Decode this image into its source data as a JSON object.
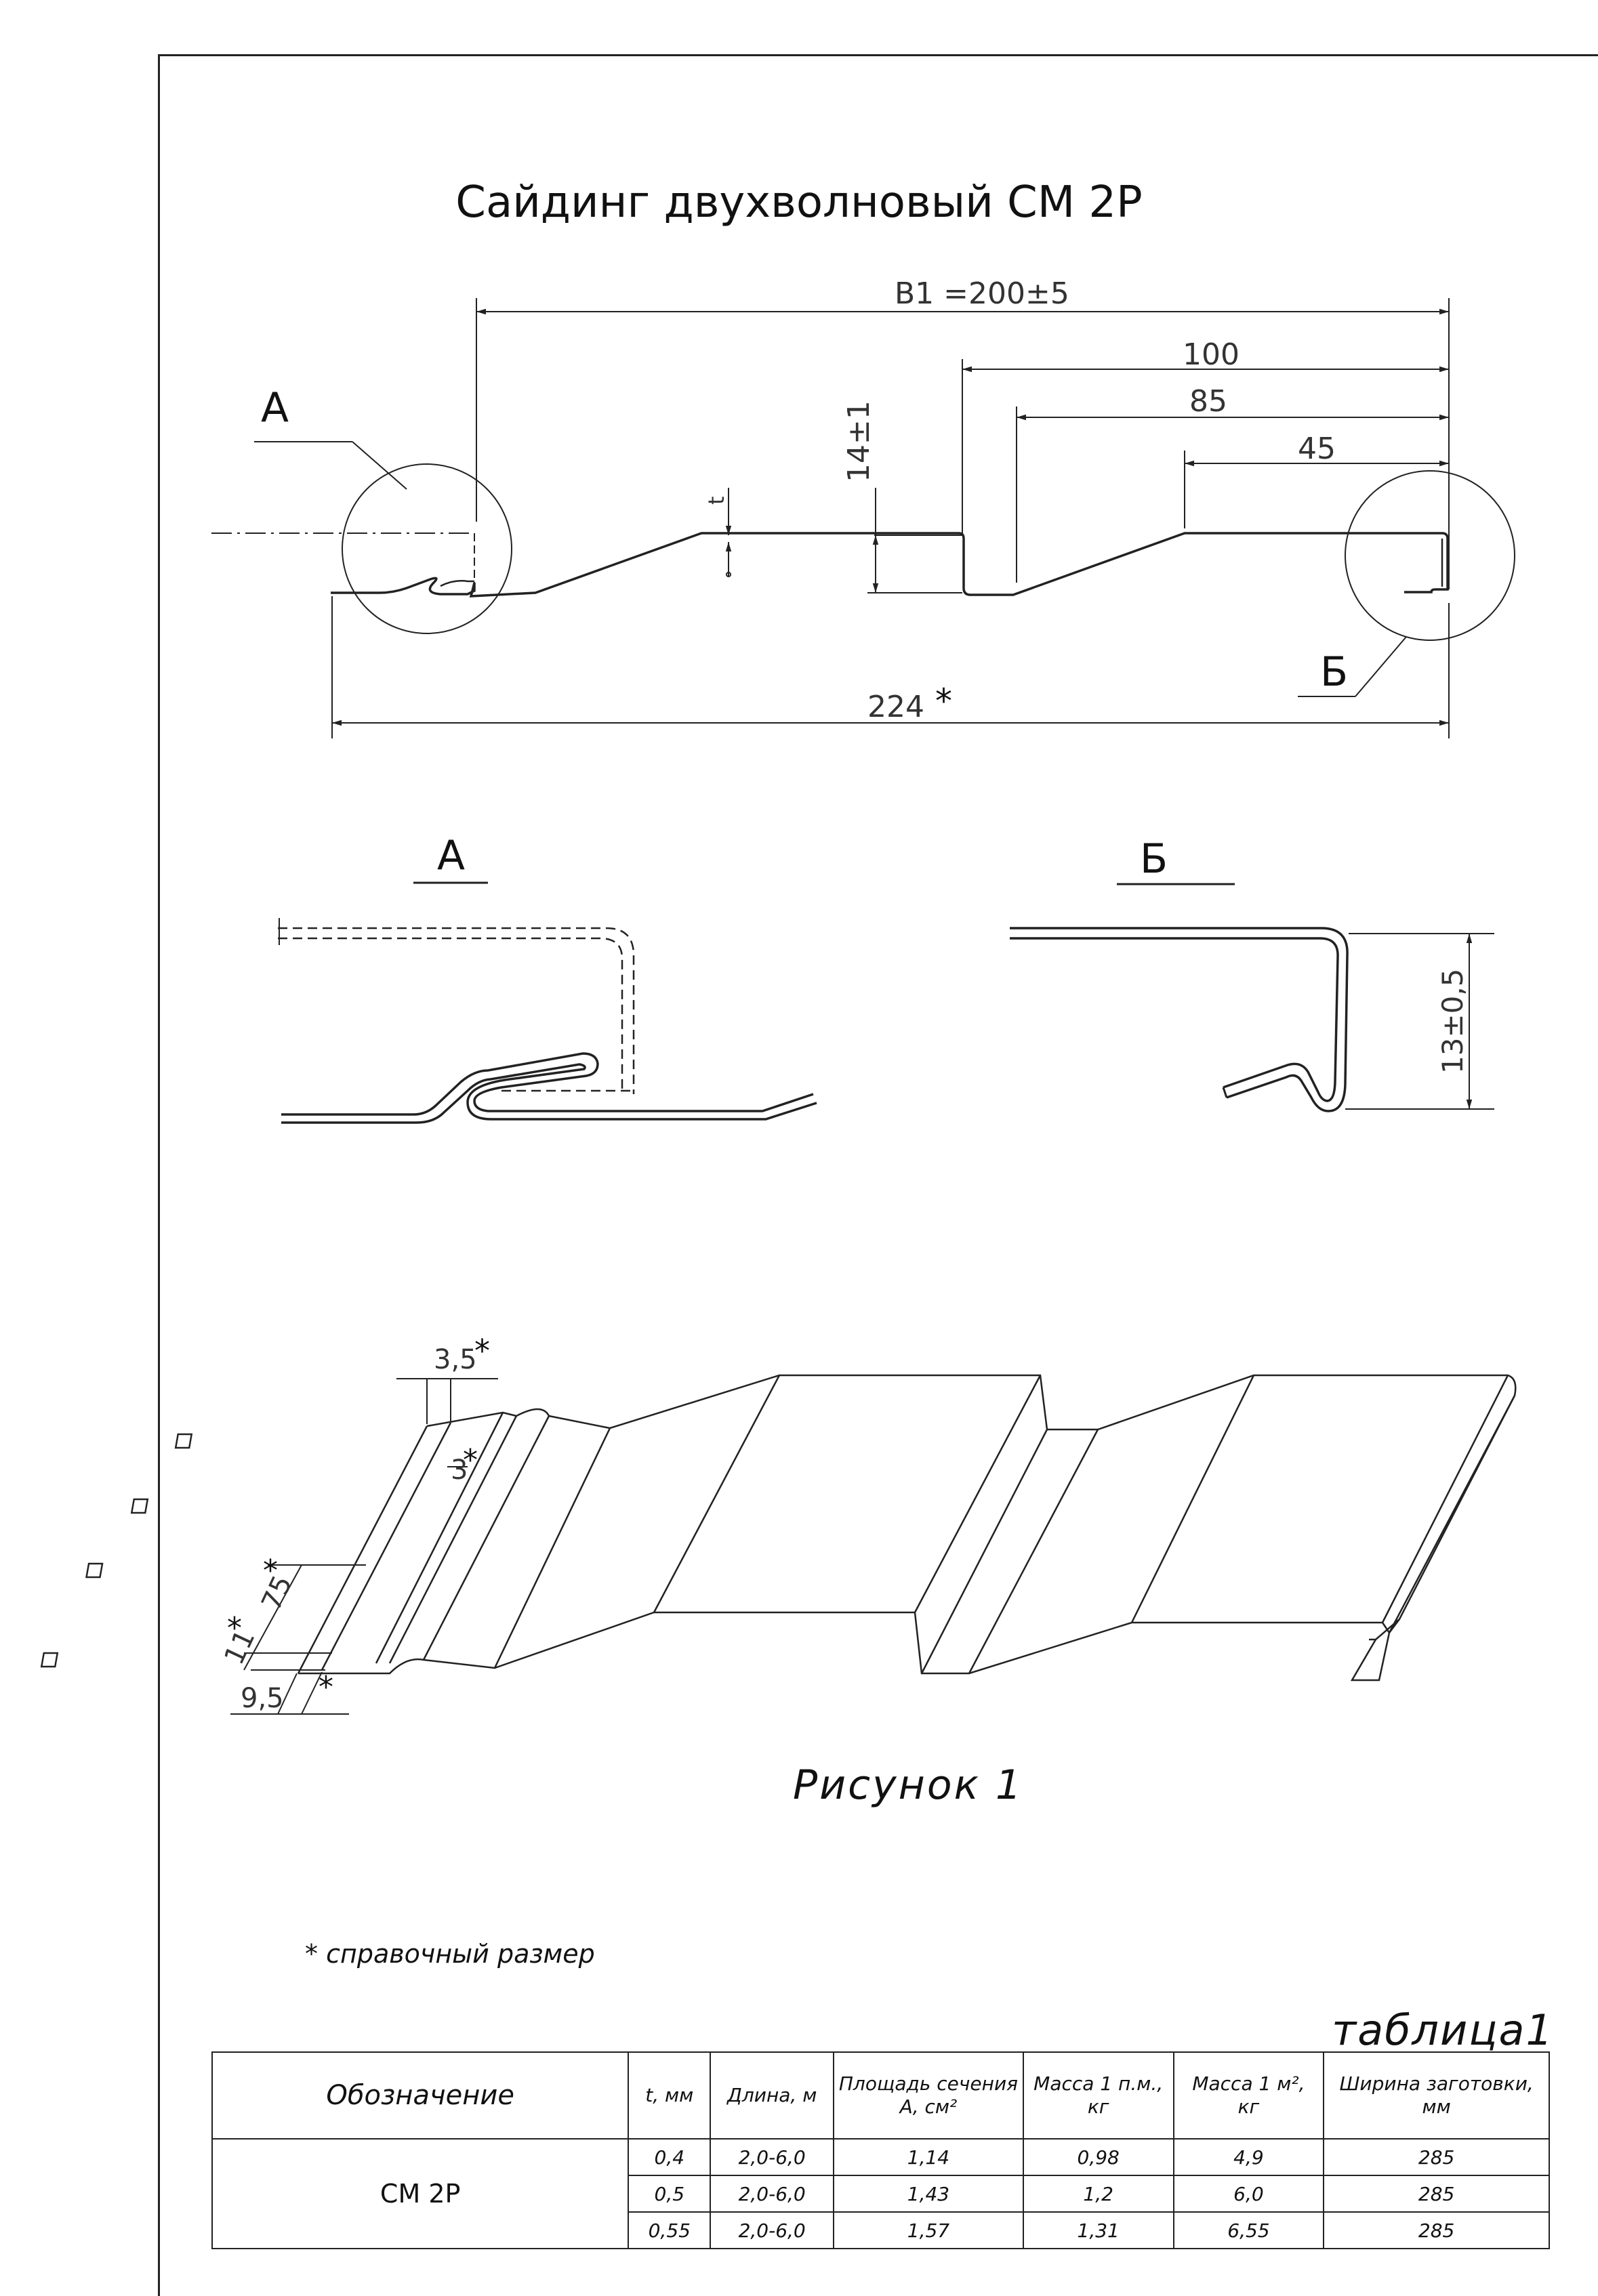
{
  "title": "Сайдинг двухволновый СМ 2Р",
  "dimensions": {
    "b1": "B1 =200±5",
    "d100": "100",
    "d85": "85",
    "d45": "45",
    "d14": "14±1",
    "t": "t",
    "d224": "224",
    "star": "*",
    "d13": "13±0,5",
    "d3_5": "3,5",
    "d3": "3",
    "d75": "75",
    "d11": "11",
    "d9_5": "9,5"
  },
  "callouts": {
    "a": "А",
    "b": "Б"
  },
  "details": {
    "a_label": "А",
    "b_label": "Б"
  },
  "caption": "Рисунок 1",
  "note": "* справочный размер",
  "table": {
    "title": "таблица1",
    "headers": {
      "designation": "Обозначение",
      "t": "t, мм",
      "length": "Длина, м",
      "area_l1": "Площадь сечения",
      "area_l2": "А, см²",
      "mass_lm_l1": "Масса 1  п.м.,",
      "mass_lm_l2": "кг",
      "mass_m2_l1": "Масса 1 м²,",
      "mass_m2_l2": "кг",
      "width_l1": "Ширина заготовки,",
      "width_l2": "мм"
    },
    "designation": "СМ 2Р",
    "rows": [
      {
        "t": "0,4",
        "length": "2,0-6,0",
        "area": "1,14",
        "mass_lm": "0,98",
        "mass_m2": "4,9",
        "width": "285"
      },
      {
        "t": "0,5",
        "length": "2,0-6,0",
        "area": "1,43",
        "mass_lm": "1,2",
        "mass_m2": "6,0",
        "width": "285"
      },
      {
        "t": "0,55",
        "length": "2,0-6,0",
        "area": "1,57",
        "mass_lm": "1,31",
        "mass_m2": "6,55",
        "width": "285"
      }
    ]
  }
}
